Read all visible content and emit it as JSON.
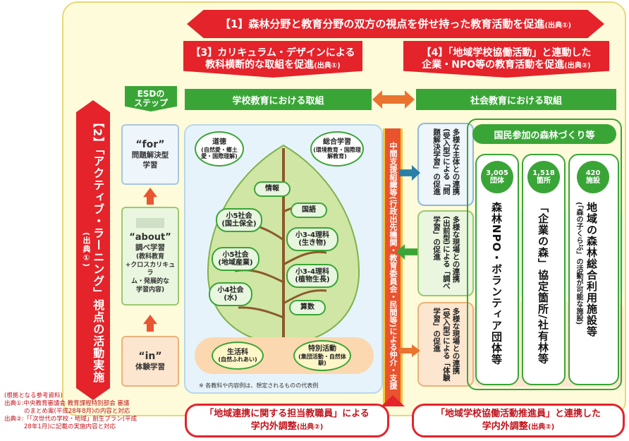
{
  "banners": {
    "b1": "【1】森林分野と教育分野の双方の視点を併せ持った教育活動を促進",
    "b1_src": "(出典①)",
    "b3_l1": "【3】カリキュラム・デザインによる",
    "b3_l2": "教科横断的な取組を促進",
    "b3_src": "(出典①)",
    "b4_l1": "【4】「地域学校協働活動」と連動した",
    "b4_l2": "企業・NPO等の教育活動を促進",
    "b4_src": "(出典②)",
    "b2": "【2】「アクティブ・ラーニング」視点の活動実施",
    "b2_src": "(出典①)"
  },
  "headers": {
    "esd_l1": "ESDの",
    "esd_l2": "ステップ",
    "school": "学校教育における取組",
    "social": "社会教育における取組"
  },
  "steps": {
    "for_title": "“for”",
    "for_sub1": "問題解決型",
    "for_sub2": "学習",
    "about_title": "“about”",
    "about_sub": "調べ学習",
    "about_det1": "(教科教育",
    "about_det2": "+クロスカリキュラ",
    "about_det3": "ム・発展的な",
    "about_det4": "学習内容)",
    "in_title": "“in”",
    "in_sub": "体験学習"
  },
  "subjects": {
    "moral": "道徳",
    "moral_sub": "(自然愛・郷土愛・国際理解)",
    "general": "総合学習",
    "general_sub": "(環境教育・国際理解教育)",
    "info": "情報",
    "s5a": "小5社会",
    "s5a_sub": "(国土保全)",
    "japanese": "国語",
    "s34a": "小3-4理科",
    "s34a_sub": "(生き物)",
    "s5b": "小5社会",
    "s5b_sub": "(地域産業)",
    "s34b": "小3-4理科",
    "s34b_sub": "(植物生長)",
    "s4": "小4社会",
    "s4_sub": "(水)",
    "math": "算数",
    "life": "生活科",
    "life_sub": "(自然ふれあい)",
    "special": "特別活動",
    "special_sub": "(集団活動・自然体験)",
    "note": "※ 各教科や内容例は、想定されるものの代表例"
  },
  "middle": "中間支援組織等(行政出先機関・教育委員会・民間等)による仲介・支援",
  "social_boxes": {
    "top": "多様な主体との連携(受入型)による「問題解決学習」の促進",
    "mid": "多様な現場との連携(出前型)による「調べ学習」の促進",
    "bot": "多様な現場との連携(受入型)による「体験学習」の促進"
  },
  "forest": {
    "title": "国民参加の森林づくり等",
    "c1_badge_n": "3,005",
    "c1_badge_u": "団体",
    "c1_text": "森林NPO・ボランティア団体等",
    "c2_badge_n": "1,518",
    "c2_badge_u": "箇所",
    "c2_text": "「企業の森」協定箇所/社有林等",
    "c3_badge_n": "420",
    "c3_badge_u": "施設",
    "c3_text": "地域の森林総合利用施設等",
    "c3_sub": "(「森の子くらぶ」の活動が可能な施設)"
  },
  "bottom": {
    "left_l1": "「地域連携に関する担当教職員」による",
    "left_l2": "学内外調整",
    "left_src": "(出典②)",
    "right_l1": "「地域学校協働活動推進員」と連携した",
    "right_l2": "学内外調整",
    "right_src": "(出典②)"
  },
  "refs": {
    "title": "(根拠となる参考資料)",
    "r1": "出典①:中央教育審議会 教育課程特別部会 審議",
    "r1b": "のまとめ案(平成28年8月)の内容と対応",
    "r2": "出典②:「「次世代の学校・地域」創生プラン(平成",
    "r2b": "28年1月)に記載の実施内容と対応"
  },
  "colors": {
    "red": "#e4232a",
    "green": "#3aa537",
    "orange": "#e9542f",
    "blue": "#2a7fa6"
  }
}
